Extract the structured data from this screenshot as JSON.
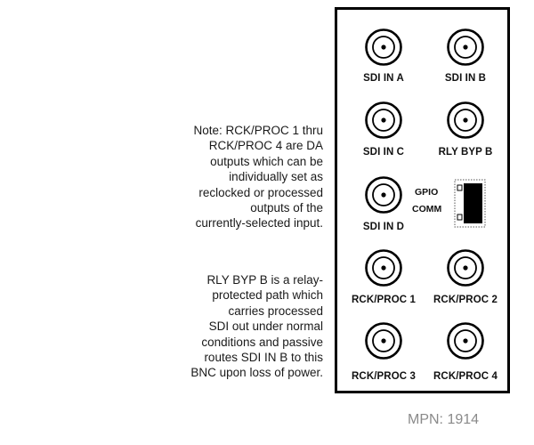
{
  "note": {
    "paragraph1": [
      "Note: RCK/PROC 1 thru",
      "RCK/PROC 4 are DA",
      "outputs which can be",
      "individually set as",
      "reclocked or processed",
      "outputs of the",
      "currently-selected input."
    ],
    "paragraph2": [
      "RLY BYP B is a relay-",
      "protected path which",
      "carries processed",
      "SDI out under normal",
      "conditions and passive",
      "routes SDI IN B to this",
      "BNC upon loss of power."
    ]
  },
  "panel": {
    "connectors": [
      "SDI IN A",
      "SDI IN B",
      "SDI IN C",
      "RLY BYP B",
      "SDI IN D",
      "RCK/PROC 1",
      "RCK/PROC 2",
      "RCK/PROC 3",
      "RCK/PROC 4"
    ],
    "gpio_label": "GPIO",
    "comm_label": "COMM"
  },
  "mpn": "MPN: 1914"
}
